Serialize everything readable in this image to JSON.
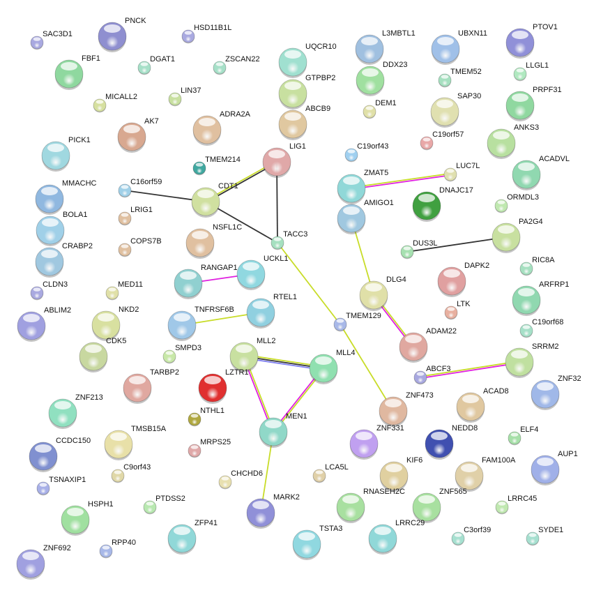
{
  "network": {
    "nodes": [
      {
        "name": "SAC3D1",
        "color": "#a9a9e0"
      },
      {
        "name": "PNCK",
        "color": "#8f8fd0"
      },
      {
        "name": "HSD11B1L",
        "color": "#a9a9e0"
      },
      {
        "name": "FBF1",
        "color": "#8fd89f"
      },
      {
        "name": "DGAT1",
        "color": "#a6e0c8"
      },
      {
        "name": "ZSCAN22",
        "color": "#a6e0c8"
      },
      {
        "name": "MICALL2",
        "color": "#d6e0a0"
      },
      {
        "name": "LIN37",
        "color": "#c8e0a0"
      },
      {
        "name": "AK7",
        "color": "#d8a890"
      },
      {
        "name": "ADRA2A",
        "color": "#e0c0a0"
      },
      {
        "name": "PICK1",
        "color": "#a0d8e0"
      },
      {
        "name": "TMEM214",
        "color": "#40a8a0"
      },
      {
        "name": "MMACHC",
        "color": "#90b8e0"
      },
      {
        "name": "C16orf59",
        "color": "#a0d0e8"
      },
      {
        "name": "LRIG1",
        "color": "#e0c0a0"
      },
      {
        "name": "BOLA1",
        "color": "#a0d0e8"
      },
      {
        "name": "COPS7B",
        "color": "#e0c0a0"
      },
      {
        "name": "CRABP2",
        "color": "#a0c8e0"
      },
      {
        "name": "CLDN3",
        "color": "#a9a9e0"
      },
      {
        "name": "MED11",
        "color": "#e0e0a8"
      },
      {
        "name": "CDT1",
        "color": "#d0e0a0"
      },
      {
        "name": "NSFL1C",
        "color": "#e0c0a0"
      },
      {
        "name": "LIG1",
        "color": "#e0a8a8"
      },
      {
        "name": "TACC3",
        "color": "#a6e0c0"
      },
      {
        "name": "UCKL1",
        "color": "#90d8e0"
      },
      {
        "name": "RANGAP1",
        "color": "#90d0d0"
      },
      {
        "name": "UQCR10",
        "color": "#a0e0d0"
      },
      {
        "name": "GTPBP2",
        "color": "#c8e0a0"
      },
      {
        "name": "ABCB9",
        "color": "#e0c8a0"
      },
      {
        "name": "L3MBTL1",
        "color": "#a0c0e0"
      },
      {
        "name": "DDX23",
        "color": "#a0e0a0"
      },
      {
        "name": "DEM1",
        "color": "#e0e0a8"
      },
      {
        "name": "C19orf43",
        "color": "#a0d0f0"
      },
      {
        "name": "UBXN11",
        "color": "#a0c0e8"
      },
      {
        "name": "TMEM52",
        "color": "#a6e0c0"
      },
      {
        "name": "SAP30",
        "color": "#e0e0b0"
      },
      {
        "name": "C19orf57",
        "color": "#e8a8a8"
      },
      {
        "name": "PTOV1",
        "color": "#9090d8"
      },
      {
        "name": "LLGL1",
        "color": "#b0e8c0"
      },
      {
        "name": "PRPF31",
        "color": "#90d8a0"
      },
      {
        "name": "ANKS3",
        "color": "#b8e0a0"
      },
      {
        "name": "ACADVL",
        "color": "#90d8b0"
      },
      {
        "name": "ZMAT5",
        "color": "#90d8d8"
      },
      {
        "name": "LUC7L",
        "color": "#e0e0b0"
      },
      {
        "name": "DNAJC17",
        "color": "#40a040"
      },
      {
        "name": "ORMDL3",
        "color": "#c0e8b0"
      },
      {
        "name": "AMIGO1",
        "color": "#a0c8e0"
      },
      {
        "name": "PA2G4",
        "color": "#c8e0a0"
      },
      {
        "name": "DUS3L",
        "color": "#a6e0b0"
      },
      {
        "name": "RIC8A",
        "color": "#a6e0c0"
      },
      {
        "name": "DAPK2",
        "color": "#e0a0a0"
      },
      {
        "name": "ARFRP1",
        "color": "#90d8b0"
      },
      {
        "name": "DLG4",
        "color": "#e0e0a8"
      },
      {
        "name": "LTK",
        "color": "#e8b0a0"
      },
      {
        "name": "C19orf68",
        "color": "#a6e0c8"
      },
      {
        "name": "TMEM129",
        "color": "#a8b8e8"
      },
      {
        "name": "ADAM22",
        "color": "#e0a8a0"
      },
      {
        "name": "ABLIM2",
        "color": "#a0a0e0"
      },
      {
        "name": "NKD2",
        "color": "#d8e0a0"
      },
      {
        "name": "TNFRSF6B",
        "color": "#a0c8e8"
      },
      {
        "name": "RTEL1",
        "color": "#90d0e0"
      },
      {
        "name": "CDK5",
        "color": "#c8d8a0"
      },
      {
        "name": "SMPD3",
        "color": "#c8e8a8"
      },
      {
        "name": "MLL2",
        "color": "#c8e0a0"
      },
      {
        "name": "MLL4",
        "color": "#90e0b0"
      },
      {
        "name": "SRRM2",
        "color": "#c0e0a0"
      },
      {
        "name": "ABCF3",
        "color": "#a8a8e0"
      },
      {
        "name": "ZNF32",
        "color": "#a0b8e8"
      },
      {
        "name": "TARBP2",
        "color": "#e0a8a0"
      },
      {
        "name": "LZTR1",
        "color": "#e03030"
      },
      {
        "name": "ZNF213",
        "color": "#90e0c0"
      },
      {
        "name": "NTHL1",
        "color": "#b0a840"
      },
      {
        "name": "ZNF473",
        "color": "#e0b8a0"
      },
      {
        "name": "ACAD8",
        "color": "#e0c8a0"
      },
      {
        "name": "MEN1",
        "color": "#90d8c8"
      },
      {
        "name": "TMSB15A",
        "color": "#e8e0a8"
      },
      {
        "name": "MRPS25",
        "color": "#e0a8a8"
      },
      {
        "name": "ZNF331",
        "color": "#c0a0f0"
      },
      {
        "name": "NEDD8",
        "color": "#4050b0"
      },
      {
        "name": "ELF4",
        "color": "#a6e0a8"
      },
      {
        "name": "CCDC150",
        "color": "#8090d0"
      },
      {
        "name": "C9orf43",
        "color": "#e0d8a8"
      },
      {
        "name": "LCA5L",
        "color": "#e0d0a8"
      },
      {
        "name": "KIF6",
        "color": "#e0d0a0"
      },
      {
        "name": "FAM100A",
        "color": "#e0d0a8"
      },
      {
        "name": "AUP1",
        "color": "#a0b0e8"
      },
      {
        "name": "CHCHD6",
        "color": "#e8e0b0"
      },
      {
        "name": "TSNAXIP1",
        "color": "#a8b0e8"
      },
      {
        "name": "PTDSS2",
        "color": "#b8e8b0"
      },
      {
        "name": "HSPH1",
        "color": "#a0e0a0"
      },
      {
        "name": "MARK2",
        "color": "#9090d8"
      },
      {
        "name": "RNASEH2C",
        "color": "#a8e0a0"
      },
      {
        "name": "ZNF565",
        "color": "#a8e0a0"
      },
      {
        "name": "LRRC45",
        "color": "#c0e8b0"
      },
      {
        "name": "ZFP41",
        "color": "#90d8d8"
      },
      {
        "name": "TSTA3",
        "color": "#90d8e0"
      },
      {
        "name": "LRRC29",
        "color": "#90d8d8"
      },
      {
        "name": "C3orf39",
        "color": "#a6e0d0"
      },
      {
        "name": "SYDE1",
        "color": "#a6e0d0"
      },
      {
        "name": "RPP40",
        "color": "#a8b8e8"
      },
      {
        "name": "ZNF692",
        "color": "#a0a0e0"
      }
    ],
    "edges": [
      {
        "source": "C16orf59",
        "target": "CDT1",
        "colors": [
          "#333333"
        ]
      },
      {
        "source": "CDT1",
        "target": "LIG1",
        "colors": [
          "#c8dc28",
          "#333333"
        ]
      },
      {
        "source": "CDT1",
        "target": "TACC3",
        "colors": [
          "#333333"
        ]
      },
      {
        "source": "LIG1",
        "target": "TACC3",
        "colors": [
          "#333333"
        ]
      },
      {
        "source": "TACC3",
        "target": "TMEM129",
        "colors": [
          "#c8dc28"
        ]
      },
      {
        "source": "TMEM129",
        "target": "ZNF473",
        "colors": [
          "#c8dc28"
        ]
      },
      {
        "source": "RANGAP1",
        "target": "UCKL1",
        "colors": [
          "#e020e0"
        ]
      },
      {
        "source": "TNFRSF6B",
        "target": "RTEL1",
        "colors": [
          "#c8dc28"
        ]
      },
      {
        "source": "ZMAT5",
        "target": "LUC7L",
        "colors": [
          "#c8dc28",
          "#e020e0"
        ]
      },
      {
        "source": "DUS3L",
        "target": "PA2G4",
        "colors": [
          "#333333"
        ]
      },
      {
        "source": "AMIGO1",
        "target": "DLG4",
        "colors": [
          "#c8dc28"
        ]
      },
      {
        "source": "DLG4",
        "target": "ADAM22",
        "colors": [
          "#c8dc28",
          "#e020e0"
        ]
      },
      {
        "source": "ABCF3",
        "target": "SRRM2",
        "colors": [
          "#c8dc28",
          "#e020e0"
        ]
      },
      {
        "source": "MLL2",
        "target": "MLL4",
        "colors": [
          "#c8dc28",
          "#333333",
          "#8080f0"
        ]
      },
      {
        "source": "MLL2",
        "target": "MEN1",
        "colors": [
          "#c8dc28",
          "#e020e0"
        ]
      },
      {
        "source": "MLL4",
        "target": "MEN1",
        "colors": [
          "#c8dc28",
          "#e020e0"
        ]
      },
      {
        "source": "MEN1",
        "target": "MARK2",
        "colors": [
          "#c8dc28"
        ]
      }
    ]
  }
}
